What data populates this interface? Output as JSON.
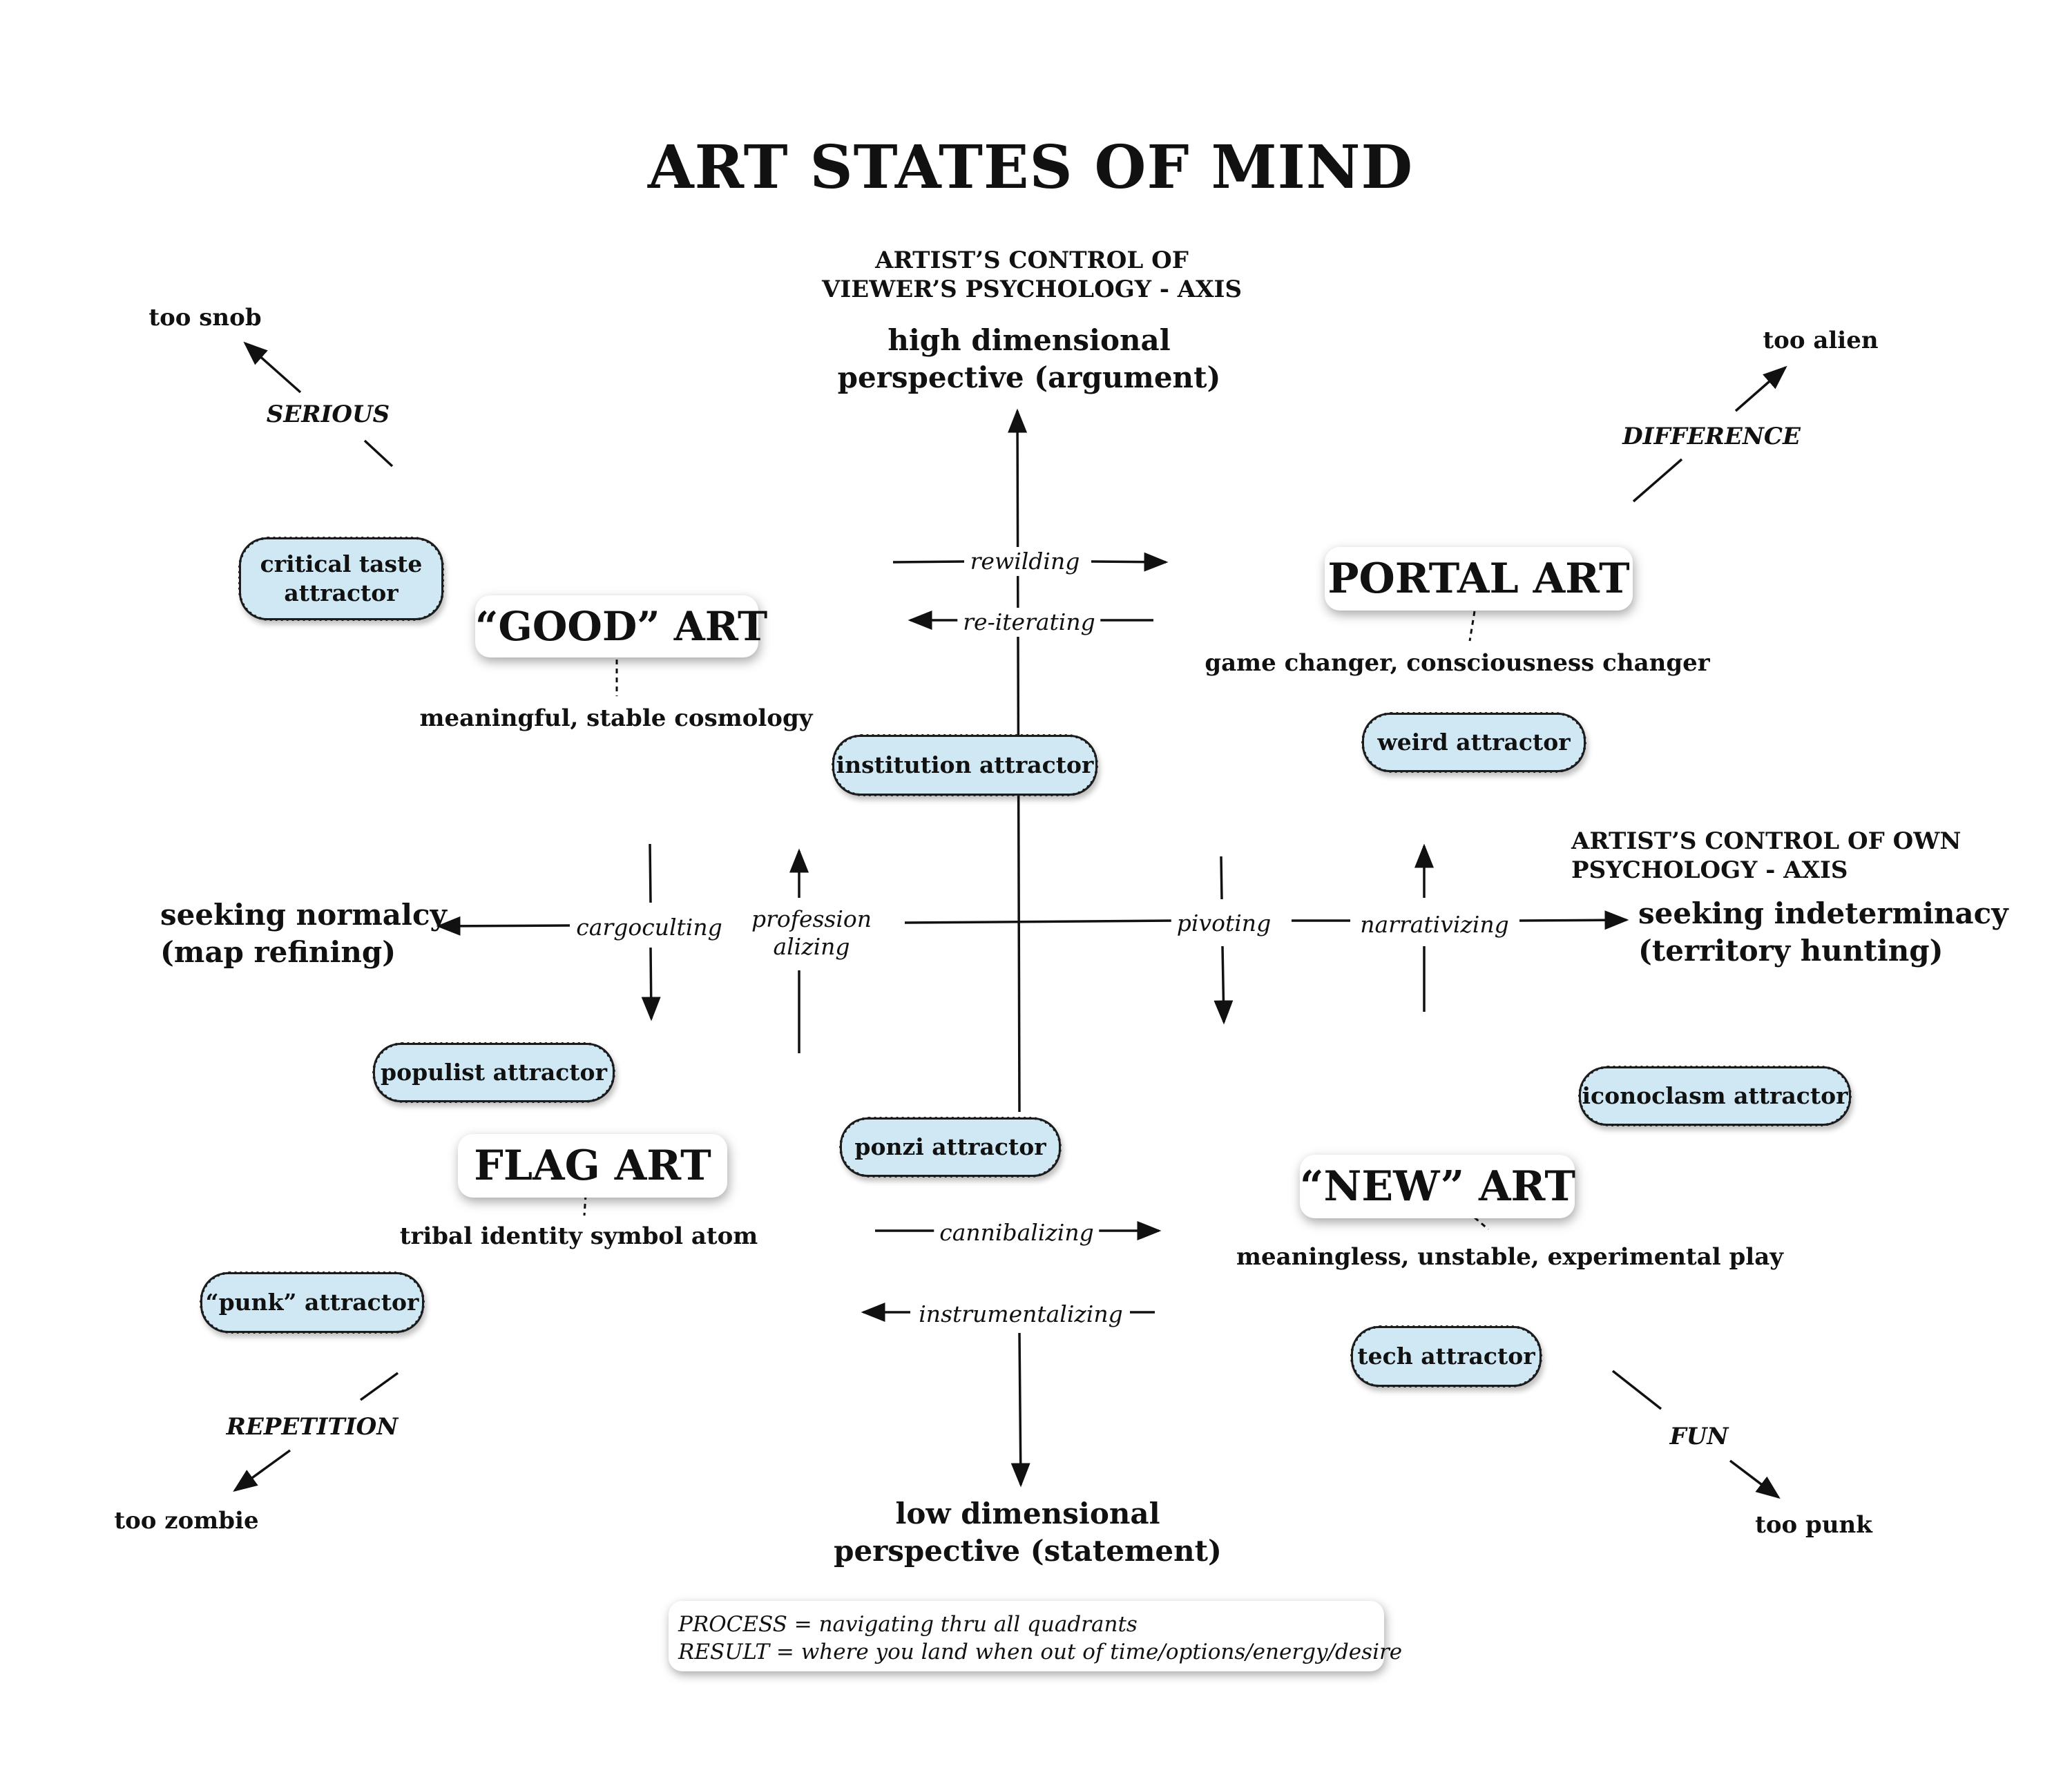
{
  "title": "ART STATES OF MIND",
  "vertical_axis": {
    "header_line1": "ARTIST’S CONTROL OF",
    "header_line2": "VIEWER’S PSYCHOLOGY - AXIS",
    "top_line1": "high dimensional",
    "top_line2": "perspective (argument)",
    "bottom_line1": "low dimensional",
    "bottom_line2": "perspective (statement)"
  },
  "horizontal_axis": {
    "header_line1": "ARTIST’S CONTROL OF OWN",
    "header_line2": "PSYCHOLOGY - AXIS",
    "left_line1": "seeking normalcy",
    "left_line2": "(map refining)",
    "right_line1": "seeking indeterminacy",
    "right_line2": "(territory hunting)"
  },
  "diagonals": {
    "top_left": {
      "direction": "SERIOUS",
      "extreme": "too snob"
    },
    "top_right": {
      "direction": "DIFFERENCE",
      "extreme": "too alien"
    },
    "bottom_left": {
      "direction": "REPETITION",
      "extreme": "too zombie"
    },
    "bottom_right": {
      "direction": "FUN",
      "extreme": "too punk"
    }
  },
  "transitions": {
    "rewilding": "rewilding",
    "reiterating": "re-iterating",
    "cargoculting": "cargoculting",
    "professionalizing_line1": "profession",
    "professionalizing_line2": "alizing",
    "pivoting": "pivoting",
    "narrativizing": "narrativizing",
    "cannibalizing": "cannibalizing",
    "instrumentalizing": "instrumentalizing"
  },
  "art_types": {
    "good": {
      "label": "“GOOD” ART",
      "description": "meaningful, stable cosmology"
    },
    "portal": {
      "label": "PORTAL ART",
      "description": "game changer, consciousness changer"
    },
    "flag": {
      "label": "FLAG ART",
      "description": "tribal identity symbol atom"
    },
    "new": {
      "label": "“NEW” ART",
      "description": "meaningless, unstable, experimental play"
    }
  },
  "attractors": {
    "critical_taste_line1": "critical taste",
    "critical_taste_line2": "attractor",
    "institution": "institution attractor",
    "weird": "weird attractor",
    "populist": "populist attractor",
    "ponzi": "ponzi attractor",
    "iconoclasm": "iconoclasm attractor",
    "punk": "“punk” attractor",
    "tech": "tech attractor"
  },
  "footer": {
    "line1": "PROCESS = navigating thru all quadrants",
    "line2": "RESULT = where you land when out of time/options/energy/desire"
  },
  "colors": {
    "attractor_fill": "#cfe8f3",
    "ink": "#111111",
    "background": "#ffffff"
  }
}
